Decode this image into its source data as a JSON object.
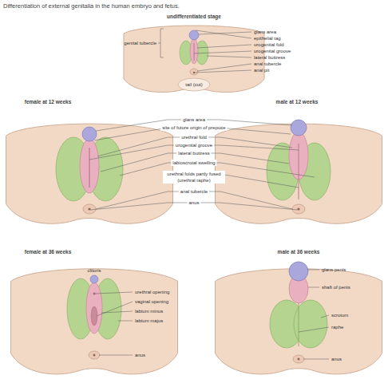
{
  "diagram": {
    "title": "Differentiation of external genitalia in the human embryo and fetus.",
    "labels": [
      "undifferentiated stage",
      "genital tubercle",
      "glans area",
      "epithelial tag",
      "urogenital fold",
      "urogenital groove",
      "lateral buttress",
      "anal tubercle",
      "anal pit",
      "tail (cut)",
      "female at 12 weeks",
      "male at 12 weeks",
      "glans area",
      "site of future origin of prepuce",
      "urethral fold",
      "urogenital groove",
      "lateral buttress",
      "labioscrotal swelling",
      "urethral folds partly fused (urethral raphe)",
      "anal tubercle",
      "anus",
      "female at 36 weeks",
      "clitoris",
      "urethral opening",
      "vaginal opening",
      "labium minus",
      "labium majus",
      "anus",
      "male at 36 weeks",
      "glans penis",
      "shaft of penis",
      "scrotum",
      "raphe",
      "anus"
    ]
  }
}
